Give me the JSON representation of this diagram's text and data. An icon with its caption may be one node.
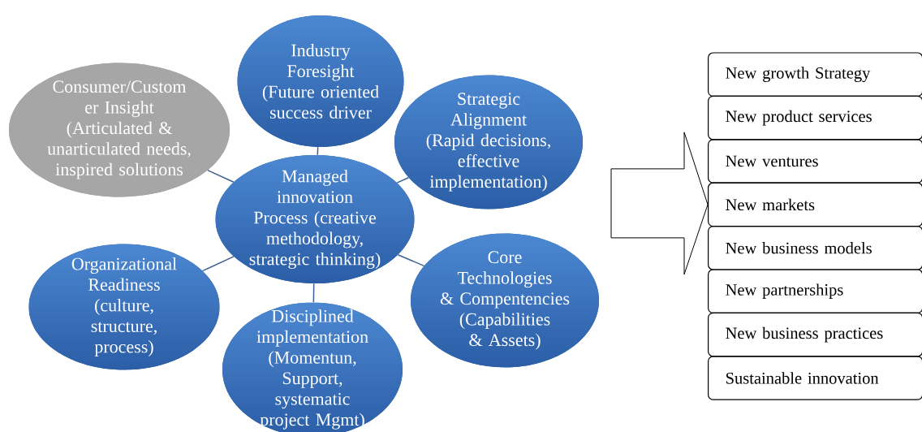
{
  "diagram": {
    "nodes": [
      {
        "text": [
          "Managed innovation Process (creative methodology, strategic thinking)"
        ]
      },
      {
        "text": [
          "Industry Foresight (Future oriented success driver"
        ]
      },
      {
        "text": [
          "Strategic Alignment (Rapid decisions, effective implementation)"
        ]
      },
      {
        "text": [
          "Core Technologies & Compentencies (Capabilities & Assets)"
        ]
      },
      {
        "text": [
          "Disciplined implementation (Momentun, Support, systematic project Mgmt)"
        ]
      },
      {
        "text": [
          "Organizational Readiness (culture, structure, process)"
        ]
      },
      {
        "text": [
          "Consumer/Custom er Insight (Articulated & unarticulated needs, inspired solutions"
        ]
      },
      {
        "text": [
          "New growth Strategy"
        ]
      },
      {
        "text": [
          "New product services"
        ]
      },
      {
        "text": [
          "New ventures"
        ]
      },
      {
        "text": [
          "New markets"
        ]
      },
      {
        "text": [
          "New business models"
        ]
      },
      {
        "text": [
          "New partnerships"
        ]
      },
      {
        "text": [
          "New business practices"
        ]
      },
      {
        "text": [
          "Sustainable innovation"
        ]
      }
    ],
    "edges": [
      {
        "from": 0,
        "to": 1,
        "arrow": "none"
      },
      {
        "from": 0,
        "to": 2,
        "arrow": "none"
      },
      {
        "from": 0,
        "to": 3,
        "arrow": "none"
      },
      {
        "from": 0,
        "to": 4,
        "arrow": "none"
      },
      {
        "from": 0,
        "to": 5,
        "arrow": "none"
      },
      {
        "from": 0,
        "to": 6,
        "arrow": "none"
      },
      {
        "from": null,
        "to": 10,
        "arrow": "to"
      }
    ]
  }
}
